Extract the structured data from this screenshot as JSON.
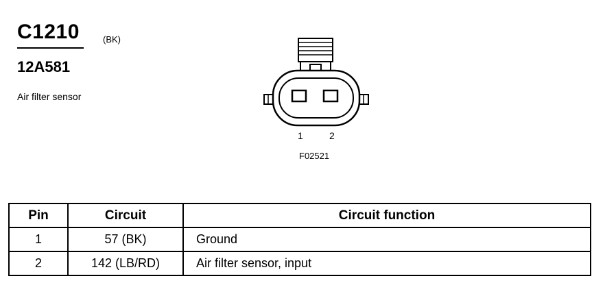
{
  "header": {
    "connector_id": "C1210",
    "connector_color": "(BK)",
    "part_number": "12A581",
    "component_name": "Air filter sensor"
  },
  "diagram": {
    "pin_labels": [
      "1",
      "2"
    ],
    "figure_code": "F02521"
  },
  "table": {
    "headers": [
      "Pin",
      "Circuit",
      "Circuit function"
    ],
    "rows": [
      [
        "1",
        "57 (BK)",
        "Ground"
      ],
      [
        "2",
        "142 (LB/RD)",
        "Air filter sensor, input"
      ]
    ]
  }
}
